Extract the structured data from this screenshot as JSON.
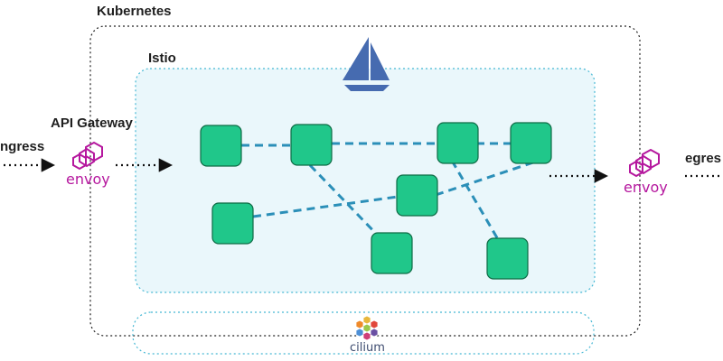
{
  "kubernetes": {
    "label": "Kubernetes"
  },
  "istio": {
    "label": "Istio",
    "logo_icon": "istio-sail-icon"
  },
  "api_gateway": {
    "label": "API Gateway",
    "proxy_label": "envoy",
    "icon": "envoy-logo-icon"
  },
  "ingress": {
    "label": "ngress"
  },
  "egress": {
    "label": "egres",
    "proxy_label": "envoy",
    "icon": "envoy-logo-icon"
  },
  "cilium": {
    "label": "cilium",
    "icon": "cilium-hexagon-icon"
  },
  "colors": {
    "service_node": "#20c78a",
    "service_edge": "#2b8fb8",
    "envoy": "#b5179e",
    "istio_fill": "#eaf7fb",
    "istio_border": "#46b8d4"
  }
}
